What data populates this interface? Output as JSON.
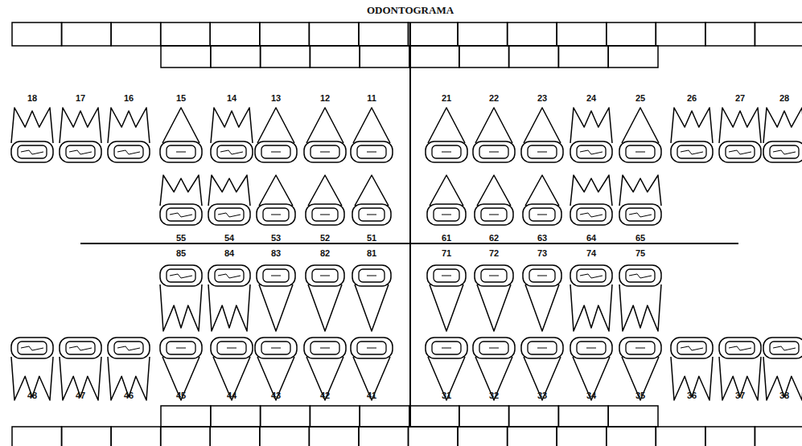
{
  "diagram": {
    "title": "ODONTOGRAMA",
    "labels": [
      "18",
      "17",
      "16",
      "15",
      "14",
      "13",
      "12",
      "11",
      "21",
      "22",
      "23",
      "24",
      "25",
      "26",
      "27",
      "28",
      "55",
      "54",
      "53",
      "52",
      "51",
      "61",
      "62",
      "63",
      "64",
      "65",
      "85",
      "84",
      "83",
      "82",
      "81",
      "71",
      "72",
      "73",
      "74",
      "75",
      "48",
      "47",
      "46",
      "45",
      "44",
      "43",
      "42",
      "41",
      "31",
      "32",
      "33",
      "34",
      "35",
      "36",
      "37",
      "38"
    ]
  }
}
